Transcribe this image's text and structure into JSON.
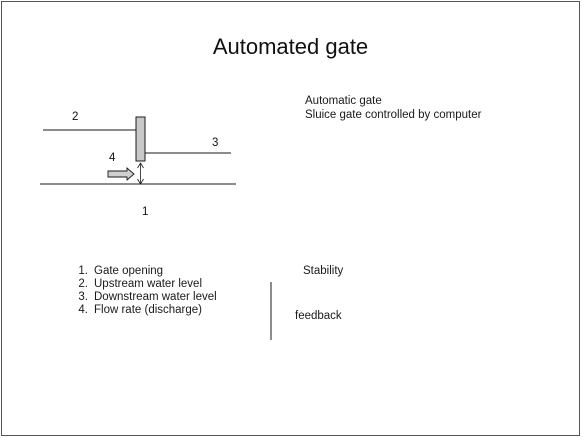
{
  "slide": {
    "title": "Automated gate",
    "description": [
      "Automatic gate",
      "Sluice gate controlled by computer"
    ],
    "diagram_labels": {
      "one": "1",
      "two": "2",
      "three": "3",
      "four": "4"
    },
    "list": [
      {
        "num": "1.",
        "text": "Gate opening"
      },
      {
        "num": "2.",
        "text": "Upstream water level"
      },
      {
        "num": "3.",
        "text": "Downstream water level"
      },
      {
        "num": "4.",
        "text": "Flow rate (discharge)"
      }
    ],
    "stability": "Stability",
    "feedback": "feedback"
  },
  "colors": {
    "gate_fill": "#c8c8c8",
    "line": "#1a1a1a"
  }
}
